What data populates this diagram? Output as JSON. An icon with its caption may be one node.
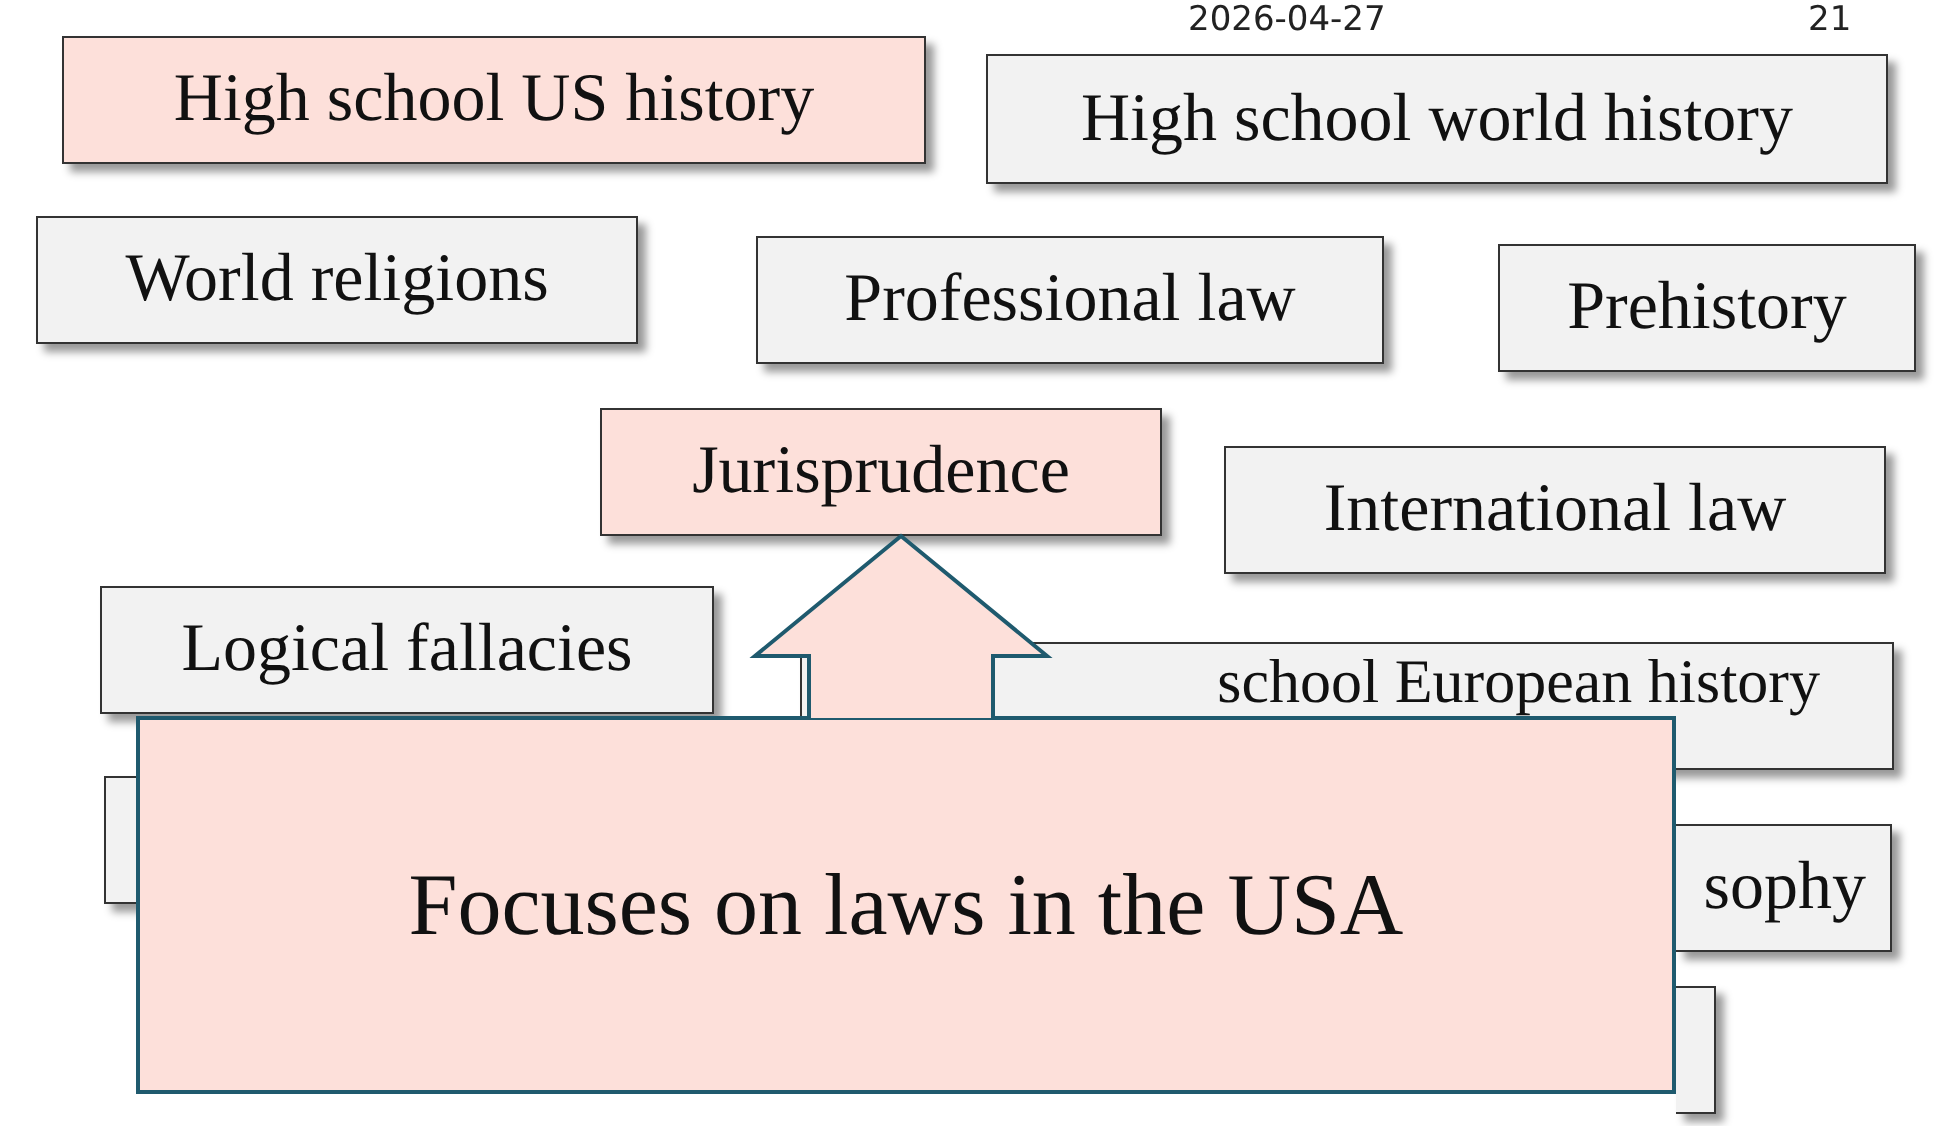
{
  "diagram": {
    "nodes": [
      {
        "text": [
          "High school US history"
        ]
      },
      {
        "text": [
          "High school world history"
        ]
      },
      {
        "text": [
          "World religions"
        ]
      },
      {
        "text": [
          "Professional law"
        ]
      },
      {
        "text": [
          "Prehistory"
        ]
      },
      {
        "text": [
          "Jurisprudence"
        ]
      },
      {
        "text": [
          "International law"
        ]
      },
      {
        "text": [
          "Logical fallacies"
        ]
      },
      {
        "text": [
          "school European history"
        ]
      },
      {
        "text": [],
        "shape": "box"
      },
      {
        "text": [
          "sophy"
        ]
      },
      {
        "text": [],
        "shape": "box"
      },
      {
        "text": [
          "Focuses on laws in the USA"
        ]
      }
    ],
    "edges": [
      {
        "from": 12,
        "to": 5,
        "arrow": "to"
      }
    ],
    "labels": [
      "2026-04-27",
      "21"
    ]
  }
}
